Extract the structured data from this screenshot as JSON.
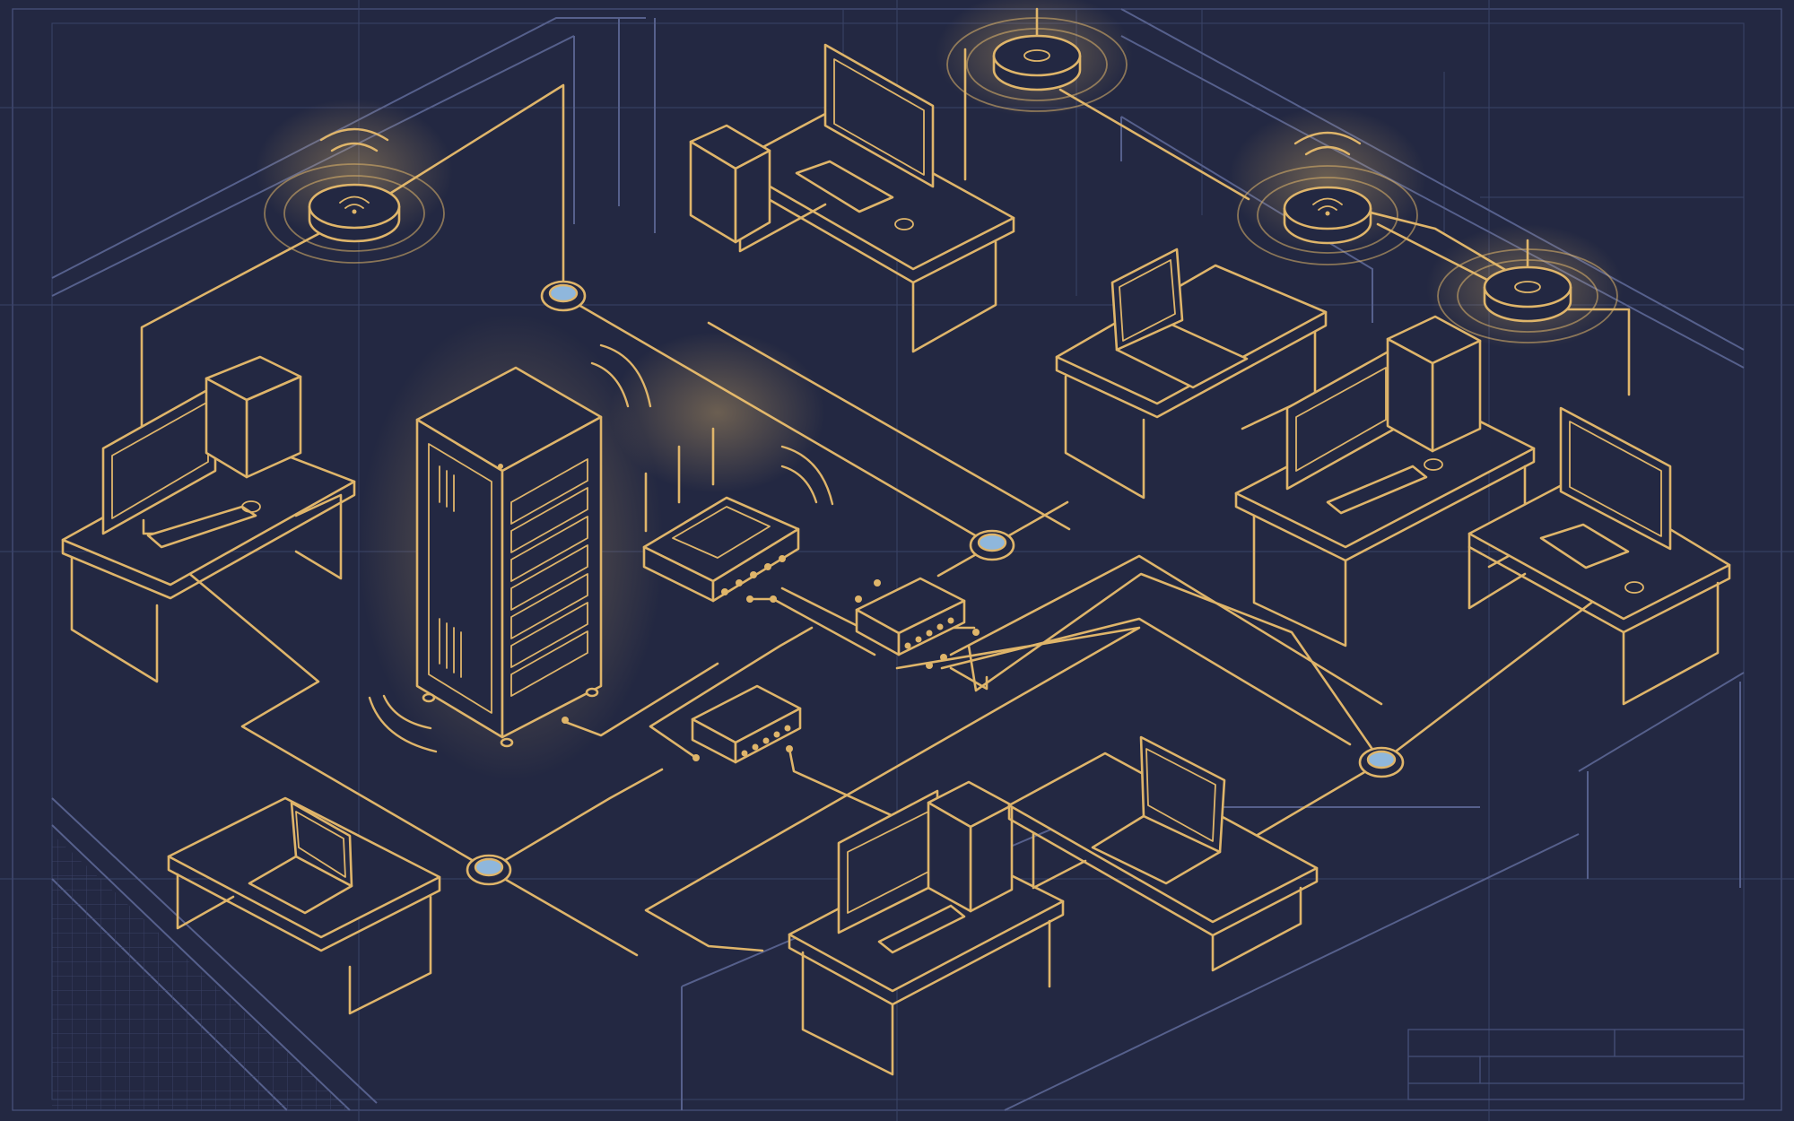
{
  "scene": {
    "kind": "isometric network diagram",
    "background_color": "#232842",
    "line_color": "#dfb56a",
    "blueprint_grid_color": "#46507a",
    "node_fill_color": "#8fb7dc"
  },
  "devices": {
    "server_rack": {
      "icon": "server-rack-icon",
      "count": 1
    },
    "router": {
      "icon": "wifi-router-icon",
      "antennas": 3,
      "count": 1
    },
    "switches": {
      "icon": "network-switch-icon",
      "count": 2
    },
    "wireless_access_points": {
      "icon": "ceiling-access-point-icon",
      "count": 4
    },
    "desktop_workstations": {
      "icon": "desktop-computer-icon",
      "count": 5
    },
    "laptop_workstations": {
      "icon": "laptop-icon",
      "count": 3
    },
    "junction_nodes": {
      "icon": "network-node-icon",
      "count": 4
    }
  }
}
